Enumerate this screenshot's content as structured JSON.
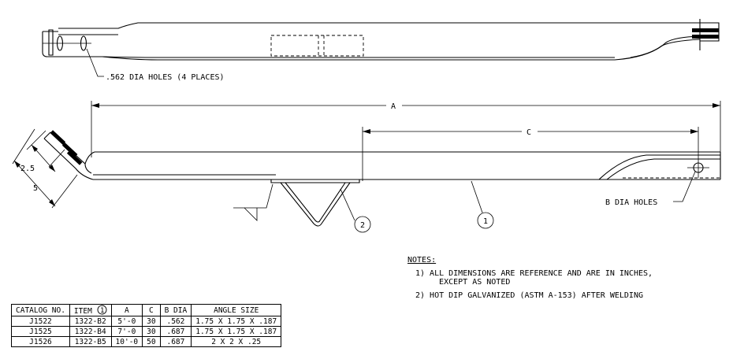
{
  "hole_note": ".562 DIA HOLES (4 PLACES)",
  "dims": {
    "a": "A",
    "c": "C",
    "dim_25": "2.5",
    "dim_5": "5",
    "b_holes": "B DIA HOLES"
  },
  "balloons": [
    "2",
    "1"
  ],
  "notes": {
    "title": "NOTES:",
    "items": [
      "1) ALL DIMENSIONS ARE REFERENCE AND ARE IN INCHES,\n   EXCEPT AS NOTED",
      "2) HOT DIP GALVANIZED (ASTM A-153) AFTER WELDING"
    ]
  },
  "table": {
    "headers": [
      "CATALOG NO.",
      "ITEM",
      "A",
      "C",
      "B DIA",
      "ANGLE SIZE"
    ],
    "item_ref": "1",
    "rows": [
      [
        "J1522",
        "1322-B2",
        "5'-0",
        "30",
        ".562",
        "1.75 X 1.75 X .187"
      ],
      [
        "J1525",
        "1322-B4",
        "7'-0",
        "30",
        ".687",
        "1.75 X 1.75 X .187"
      ],
      [
        "J1526",
        "1322-B5",
        "10'-0",
        "50",
        ".687",
        "2 X 2 X .25"
      ]
    ]
  }
}
